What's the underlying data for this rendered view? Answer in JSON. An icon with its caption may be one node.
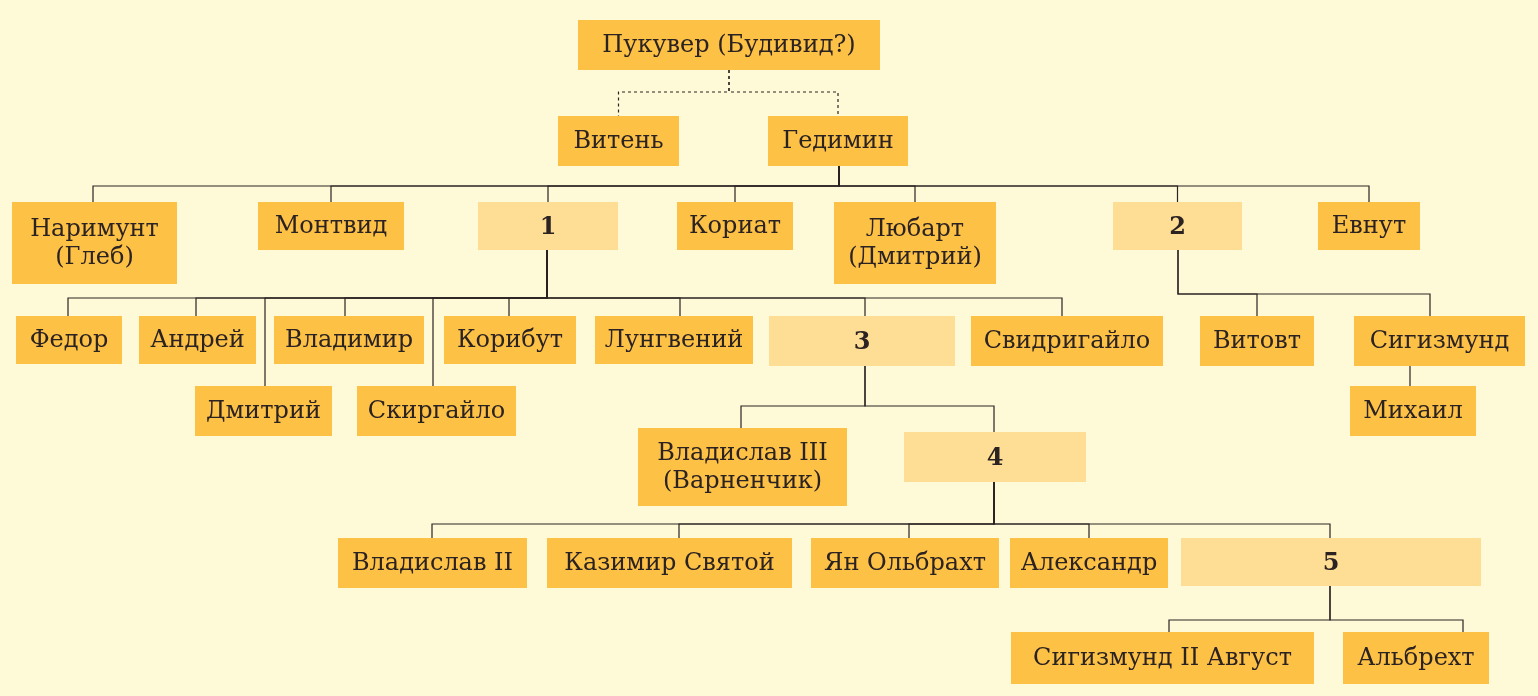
{
  "diagram": {
    "nodes": [
      {
        "text": [
          "Пукувер (Будивид?)"
        ]
      },
      {
        "text": [
          "Витень"
        ]
      },
      {
        "text": [
          "Гедимин"
        ]
      },
      {
        "text": [
          "Наримунт (Глеб)"
        ]
      },
      {
        "text": [
          "Монтвид"
        ]
      },
      {
        "text": [
          "1"
        ]
      },
      {
        "text": [
          "Кориат"
        ]
      },
      {
        "text": [
          "Любарт (Дмитрий)"
        ]
      },
      {
        "text": [
          "2"
        ]
      },
      {
        "text": [
          "Евнут"
        ]
      },
      {
        "text": [
          "Федор"
        ]
      },
      {
        "text": [
          "Андрей"
        ]
      },
      {
        "text": [
          "Владимир"
        ]
      },
      {
        "text": [
          "Дмитрий"
        ]
      },
      {
        "text": [
          "Скиргайло"
        ]
      },
      {
        "text": [
          "Корибут"
        ]
      },
      {
        "text": [
          "Лунгвений"
        ]
      },
      {
        "text": [
          "3"
        ]
      },
      {
        "text": [
          "Свидригайло"
        ]
      },
      {
        "text": [
          "Витовт"
        ]
      },
      {
        "text": [
          "Сигизмунд"
        ]
      },
      {
        "text": [
          "Михаил"
        ]
      },
      {
        "text": [
          "Владислав III (Варненчик)"
        ]
      },
      {
        "text": [
          "4"
        ]
      },
      {
        "text": [
          "Владислав II"
        ]
      },
      {
        "text": [
          "Казимир Святой"
        ]
      },
      {
        "text": [
          "Ян Ольбрахт"
        ]
      },
      {
        "text": [
          "Александр"
        ]
      },
      {
        "text": [
          "5"
        ]
      },
      {
        "text": [
          "Сигизмунд II Август"
        ]
      },
      {
        "text": [
          "Альбрехт"
        ]
      }
    ],
    "edges": [
      {
        "from": 0,
        "to": 1,
        "arrow": "none",
        "style": "dashed"
      },
      {
        "from": 0,
        "to": 2,
        "arrow": "none",
        "style": "dashed"
      },
      {
        "from": 2,
        "to": 3,
        "arrow": "none"
      },
      {
        "from": 2,
        "to": 4,
        "arrow": "none"
      },
      {
        "from": 2,
        "to": 5,
        "arrow": "none"
      },
      {
        "from": 2,
        "to": 6,
        "arrow": "none"
      },
      {
        "from": 2,
        "to": 7,
        "arrow": "none"
      },
      {
        "from": 2,
        "to": 8,
        "arrow": "none"
      },
      {
        "from": 2,
        "to": 9,
        "arrow": "none"
      },
      {
        "from": 5,
        "to": 10,
        "arrow": "none"
      },
      {
        "from": 5,
        "to": 11,
        "arrow": "none"
      },
      {
        "from": 5,
        "to": 13,
        "arrow": "none"
      },
      {
        "from": 5,
        "to": 12,
        "arrow": "none"
      },
      {
        "from": 5,
        "to": 14,
        "arrow": "none"
      },
      {
        "from": 5,
        "to": 15,
        "arrow": "none"
      },
      {
        "from": 5,
        "to": 16,
        "arrow": "none"
      },
      {
        "from": 5,
        "to": 17,
        "arrow": "none"
      },
      {
        "from": 5,
        "to": 18,
        "arrow": "none"
      },
      {
        "from": 8,
        "to": 19,
        "arrow": "none"
      },
      {
        "from": 8,
        "to": 20,
        "arrow": "none"
      },
      {
        "from": 20,
        "to": 21,
        "arrow": "none"
      },
      {
        "from": 17,
        "to": 22,
        "arrow": "none"
      },
      {
        "from": 17,
        "to": 23,
        "arrow": "none"
      },
      {
        "from": 23,
        "to": 24,
        "arrow": "none"
      },
      {
        "from": 23,
        "to": 25,
        "arrow": "none"
      },
      {
        "from": 23,
        "to": 26,
        "arrow": "none"
      },
      {
        "from": 23,
        "to": 27,
        "arrow": "none"
      },
      {
        "from": 23,
        "to": 28,
        "arrow": "none"
      },
      {
        "from": 28,
        "to": 29,
        "arrow": "none"
      },
      {
        "from": 28,
        "to": 30,
        "arrow": "none"
      }
    ]
  }
}
